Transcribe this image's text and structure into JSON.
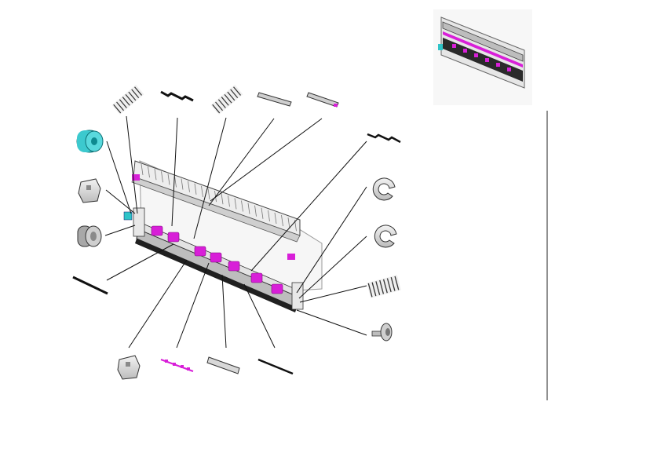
{
  "diagram": {
    "type": "exploded-parts-view",
    "subject": "roller assembly",
    "colors": {
      "line": "#111111",
      "part_fill": "#e9e9e9",
      "part_shade": "#b9b9b9",
      "frame_fill": "#f4f4f4",
      "highlight": "#d81fd8",
      "accent": "#2fc4c8"
    },
    "parts": [
      {
        "name": "compression-spring-left"
      },
      {
        "name": "bracket-wire-left"
      },
      {
        "name": "compression-spring-middle"
      },
      {
        "name": "guide-plate-a"
      },
      {
        "name": "guide-plate-b"
      },
      {
        "name": "bracket-wire-right"
      },
      {
        "name": "drive-gear-cyan"
      },
      {
        "name": "bearing-block-left"
      },
      {
        "name": "bushing-gray"
      },
      {
        "name": "shaft-rod"
      },
      {
        "name": "e-ring-upper"
      },
      {
        "name": "e-ring-lower"
      },
      {
        "name": "compression-spring-right"
      },
      {
        "name": "screw"
      },
      {
        "name": "bearing-block-bottom"
      },
      {
        "name": "roller-shaft-magenta"
      },
      {
        "name": "guide-rail"
      },
      {
        "name": "flat-bar"
      }
    ]
  }
}
